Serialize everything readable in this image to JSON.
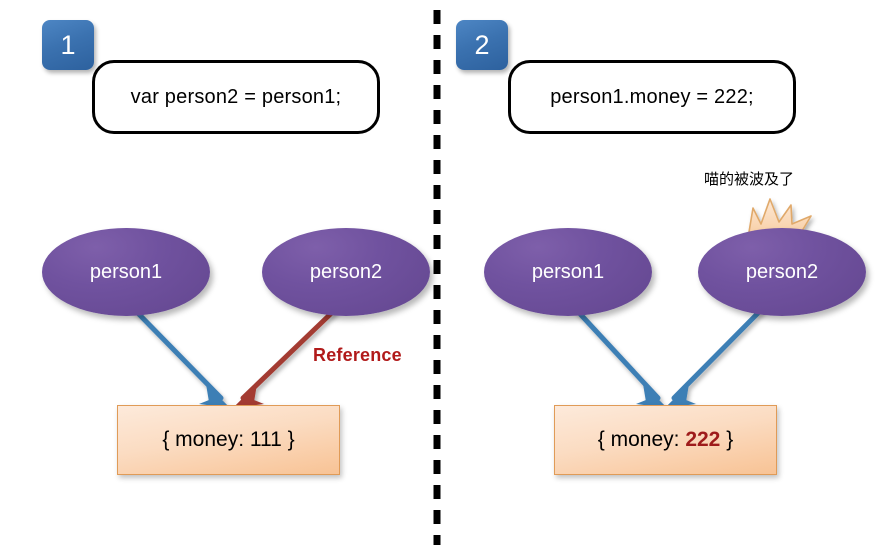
{
  "diagram": {
    "title_hidden": "",
    "colors": {
      "badge_blue": "#3b72b0",
      "ellipse_purple": "#70529f",
      "object_peach": "#fbdcc2",
      "object_border": "#e09b57",
      "arrow_blue": "#3d7fb5",
      "arrow_red": "#a33b33",
      "highlight_red": "#9e1b1b",
      "divider_black": "#000000",
      "burst_fill": "#fbdcc2",
      "burst_stroke": "#e0a96b"
    },
    "panels": [
      {
        "badge": "1",
        "code": "var person2 = person1;",
        "variables": [
          {
            "label": "person1"
          },
          {
            "label": "person2"
          }
        ],
        "object": {
          "prefix": "{ money: ",
          "value": "111",
          "suffix": " }",
          "value_highlighted": false
        },
        "arrows": [
          {
            "from": "person1",
            "to": "object",
            "color": "#3d7fb5",
            "label": ""
          },
          {
            "from": "person2",
            "to": "object",
            "color": "#a33b33",
            "label": "Reference"
          }
        ],
        "annotation_label": "Reference"
      },
      {
        "badge": "2",
        "code": "person1.money = 222;",
        "variables": [
          {
            "label": "person1"
          },
          {
            "label": "person2"
          }
        ],
        "object": {
          "prefix": "{ money: ",
          "value": "222",
          "suffix": " }",
          "value_highlighted": true
        },
        "arrows": [
          {
            "from": "person1",
            "to": "object",
            "color": "#3d7fb5",
            "label": ""
          },
          {
            "from": "person2",
            "to": "object",
            "color": "#3d7fb5",
            "label": ""
          }
        ],
        "burst": {
          "icon": "starburst-icon",
          "caption": "喵的被波及了"
        }
      }
    ],
    "divider": {
      "icon": "vertical-dashed-divider",
      "style": "dashed"
    }
  }
}
